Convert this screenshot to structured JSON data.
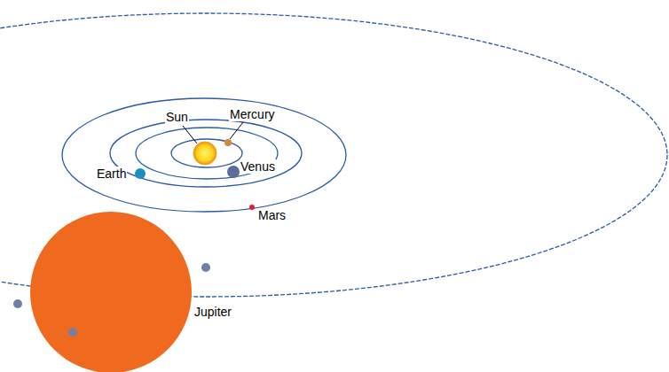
{
  "diagram": {
    "labels": [
      "Sun",
      "Mercury",
      "Venus",
      "Earth",
      "Mars",
      "Jupiter"
    ]
  }
}
